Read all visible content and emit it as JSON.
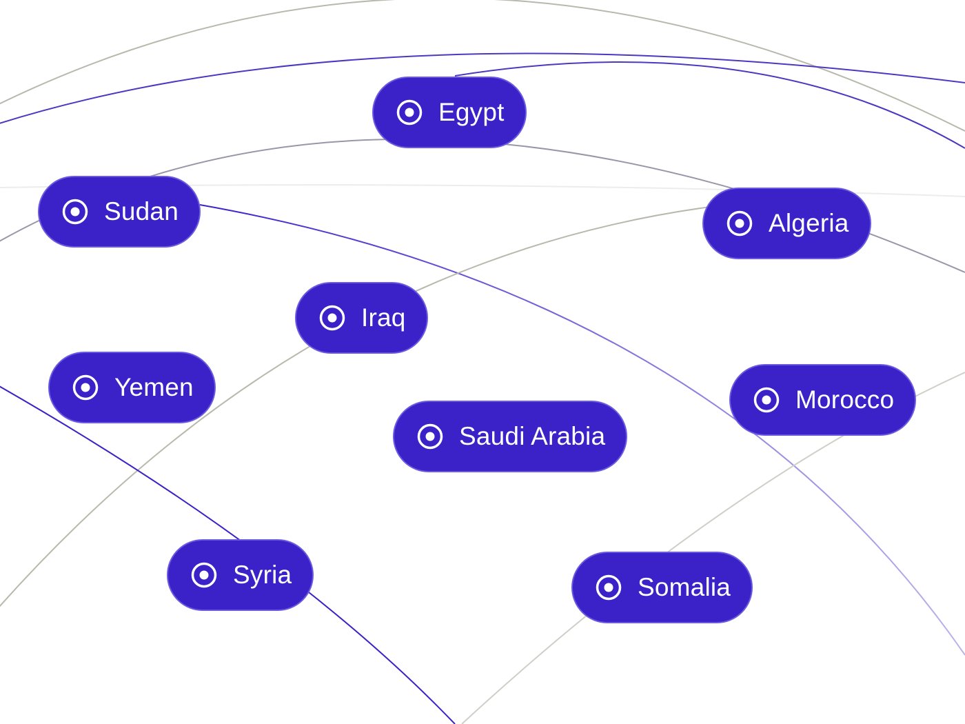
{
  "colors": {
    "chip_fill": "#3a22c8",
    "chip_border": "#6a5ae0",
    "chip_text": "#ffffff",
    "arc_purple": "#3a22c8",
    "arc_grey": "#b8b8ac",
    "background": "#ffffff"
  },
  "chips": [
    {
      "id": "egypt",
      "label": "Egypt",
      "icon": "radio-target-icon"
    },
    {
      "id": "sudan",
      "label": "Sudan",
      "icon": "radio-target-icon"
    },
    {
      "id": "algeria",
      "label": "Algeria",
      "icon": "radio-target-icon"
    },
    {
      "id": "iraq",
      "label": "Iraq",
      "icon": "radio-target-icon"
    },
    {
      "id": "yemen",
      "label": "Yemen",
      "icon": "radio-target-icon"
    },
    {
      "id": "morocco",
      "label": "Morocco",
      "icon": "radio-target-icon"
    },
    {
      "id": "saudi-arabia",
      "label": "Saudi Arabia",
      "icon": "radio-target-icon"
    },
    {
      "id": "syria",
      "label": "Syria",
      "icon": "radio-target-icon"
    },
    {
      "id": "somalia",
      "label": "Somalia",
      "icon": "radio-target-icon"
    }
  ]
}
